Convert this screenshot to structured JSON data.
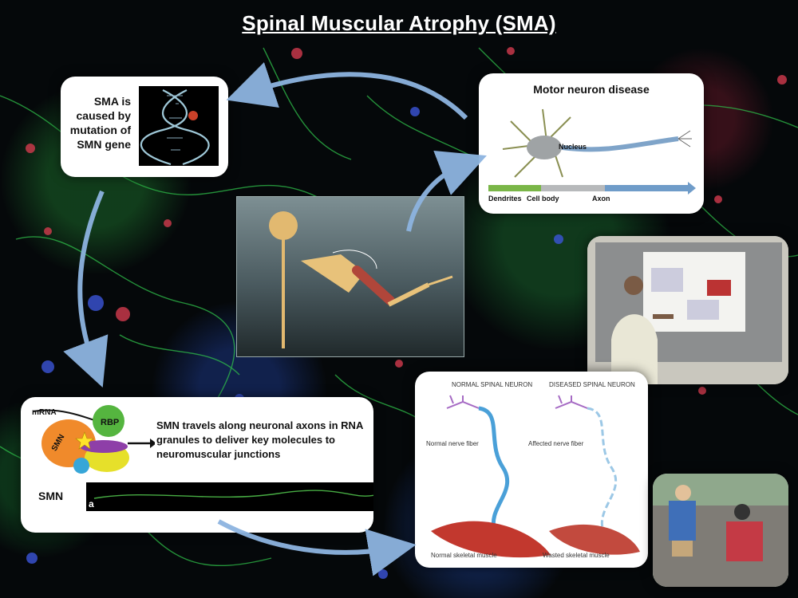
{
  "title": "Spinal Muscular Atrophy (SMA)",
  "sma_panel": {
    "text": "SMA is caused by mutation of SMN gene"
  },
  "motor_panel": {
    "heading": "Motor neuron disease",
    "nucleus": "Nucleus",
    "dendrites": "Dendrites",
    "cell_body": "Cell body",
    "axon": "Axon"
  },
  "smn_panel": {
    "mrna": "mRNA",
    "smn": "SMN",
    "rbp": "RBP",
    "description": "SMN travels along neuronal  axons in RNA granules to deliver key molecules to neuromuscular junctions",
    "strip_label": "SMN",
    "strip_letter": "a"
  },
  "neuron_panel": {
    "normal_heading": "NORMAL SPINAL NEURON",
    "diseased_heading": "DISEASED SPINAL NEURON",
    "normal_fiber": "Normal nerve fiber",
    "affected_fiber": "Affected nerve fiber",
    "normal_muscle": "Normal skeletal muscle",
    "wasted_muscle": "Wasted skeletal muscle"
  },
  "colors": {
    "dendrite_green": "#7ab648",
    "axon_blue": "#6f9cc9",
    "arrow_blue": "#4f7fbf"
  }
}
